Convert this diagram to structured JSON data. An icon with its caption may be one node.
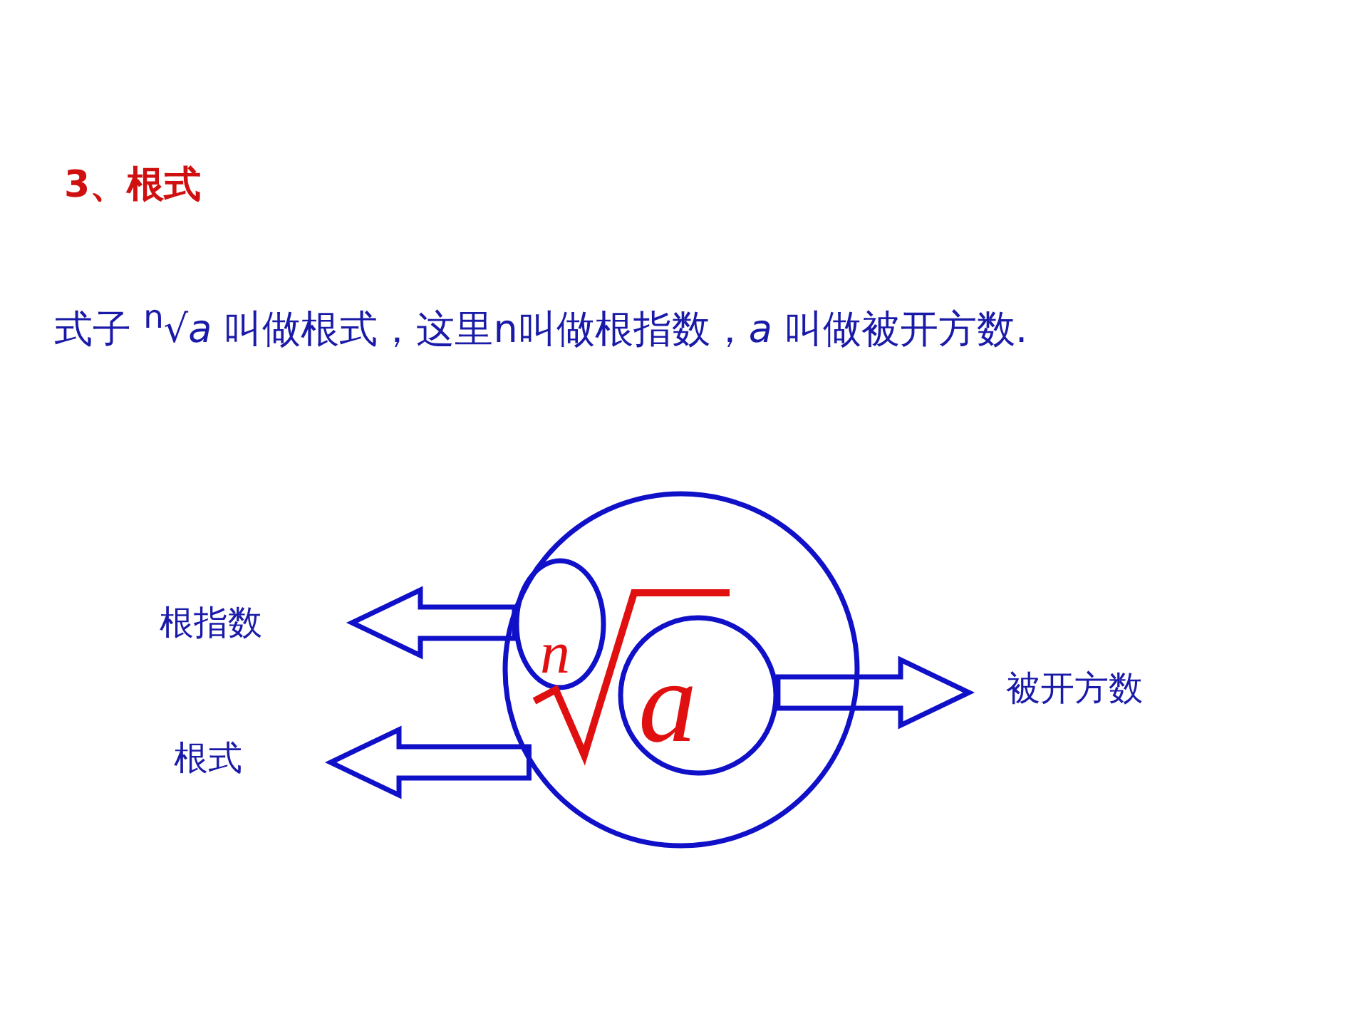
{
  "diagram": {
    "title": "3、根式",
    "nodes": [
      {
        "text": [],
        "shape": "circle"
      },
      {
        "text": [
          "n"
        ],
        "in": 0
      },
      {
        "text": [
          "a"
        ],
        "in": 0
      },
      {
        "text": [
          "根指数"
        ]
      },
      {
        "text": [
          "根式"
        ]
      },
      {
        "text": [
          "被开方数"
        ]
      }
    ],
    "edges": [
      {
        "from": 1,
        "to": 3,
        "arrow": "to"
      },
      {
        "from": 0,
        "to": 4,
        "arrow": "to"
      },
      {
        "from": 2,
        "to": 5,
        "arrow": "to"
      }
    ],
    "labels": [
      "式子 $^{n}$√*a* 叫做根式，这里n叫做根指数，*a* 叫做被开方数."
    ]
  }
}
